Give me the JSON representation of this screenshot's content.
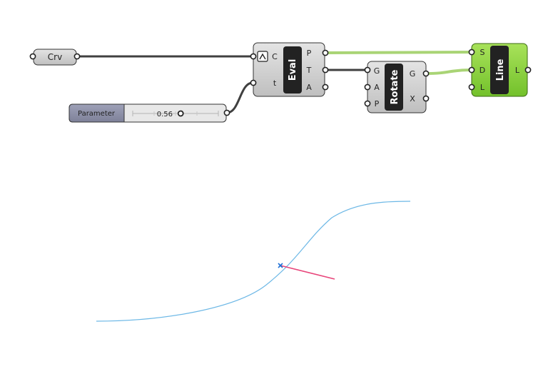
{
  "components": {
    "crv": {
      "label": "Crv"
    },
    "slider": {
      "name": "Parameter",
      "value": "0.56",
      "fraction": 0.56
    },
    "eval": {
      "title": "Eval",
      "inputs": [
        "C",
        "t"
      ],
      "outputs": [
        "P",
        "T",
        "A"
      ]
    },
    "rotate": {
      "title": "Rotate",
      "inputs": [
        "G",
        "A",
        "P"
      ],
      "outputs": [
        "G",
        "X"
      ]
    },
    "line": {
      "title": "Line",
      "inputs": [
        "S",
        "D",
        "L"
      ],
      "outputs": [
        "L"
      ]
    }
  },
  "colors": {
    "component_fill": "#c8c8c8",
    "component_selected": "#8ed136",
    "wire": "#404040",
    "wire_selected": "#8cc63f",
    "curve": "#6db8e6",
    "vector": "#e8457a",
    "point": "#1d6fd6"
  },
  "icons": {
    "eval_input_icon": "curve-param-icon"
  }
}
